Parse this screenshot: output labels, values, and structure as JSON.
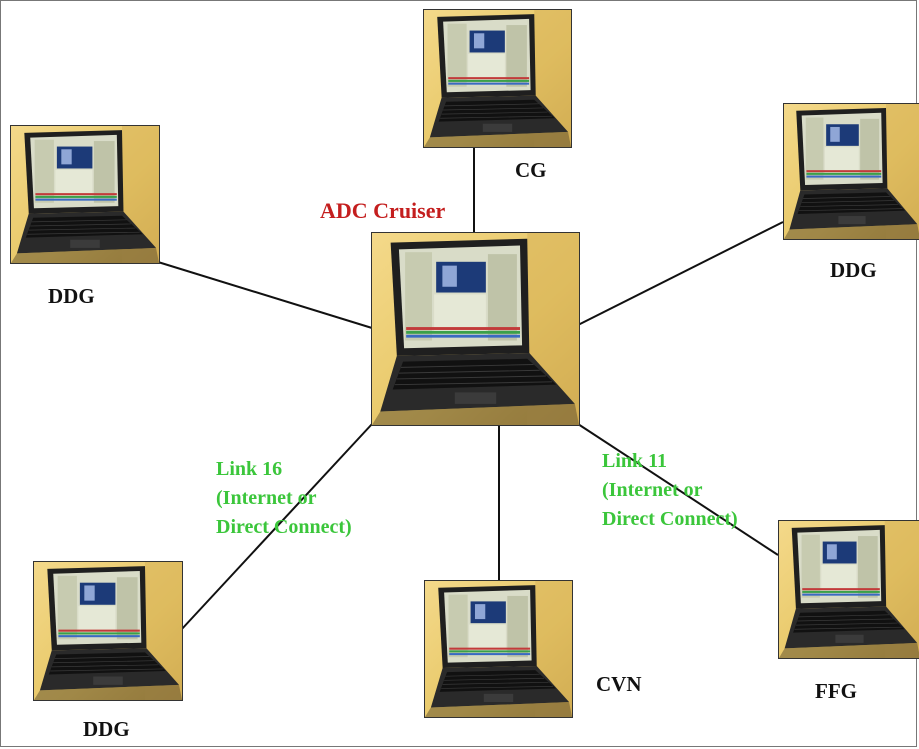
{
  "title": "ADC Cruiser",
  "nodes": [
    {
      "id": "center",
      "label": ""
    },
    {
      "id": "top",
      "label": "CG"
    },
    {
      "id": "top-left",
      "label": "DDG"
    },
    {
      "id": "right",
      "label": "DDG"
    },
    {
      "id": "bottom-left",
      "label": "DDG"
    },
    {
      "id": "bottom-center",
      "label": "CVN"
    },
    {
      "id": "bottom-right",
      "label": "FFG"
    }
  ],
  "links": [
    {
      "label_lines": [
        "Link 16",
        "(Internet or",
        "Direct Connect)"
      ]
    },
    {
      "label_lines": [
        "Link 11",
        "(Internet or",
        "Direct Connect)"
      ]
    }
  ],
  "colors": {
    "title": "#c41e1e",
    "link_label": "#3bc63b",
    "line": "#111111"
  }
}
